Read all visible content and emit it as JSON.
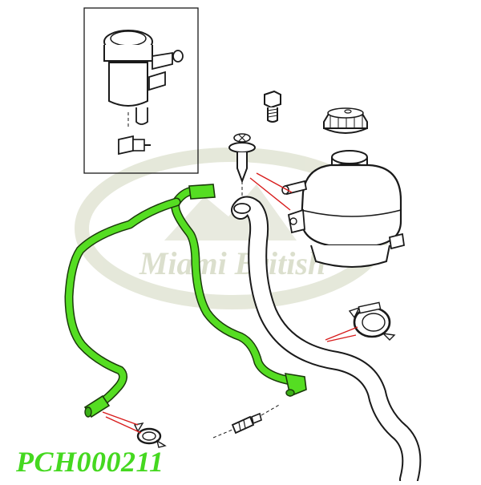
{
  "diagram": {
    "part_number": "PCH000211",
    "watermark": "Miami British",
    "colors": {
      "highlight": "#55dd22",
      "highlight_outline": "#1a3a0a",
      "part_number": "#45d820",
      "leader": "#d81c1c",
      "line": "#1a1a1a",
      "watermark": "#d8dcc8"
    },
    "callouts": [
      {
        "name": "reservoir-detail-inset"
      },
      {
        "name": "mounting-bolt"
      },
      {
        "name": "push-rivet"
      },
      {
        "name": "expansion-tank-cap"
      },
      {
        "name": "expansion-tank"
      },
      {
        "name": "lower-hose-clip"
      },
      {
        "name": "coolant-hose"
      },
      {
        "name": "green-breather-pipe"
      },
      {
        "name": "small-hose-clip"
      },
      {
        "name": "pipe-connector"
      }
    ]
  }
}
